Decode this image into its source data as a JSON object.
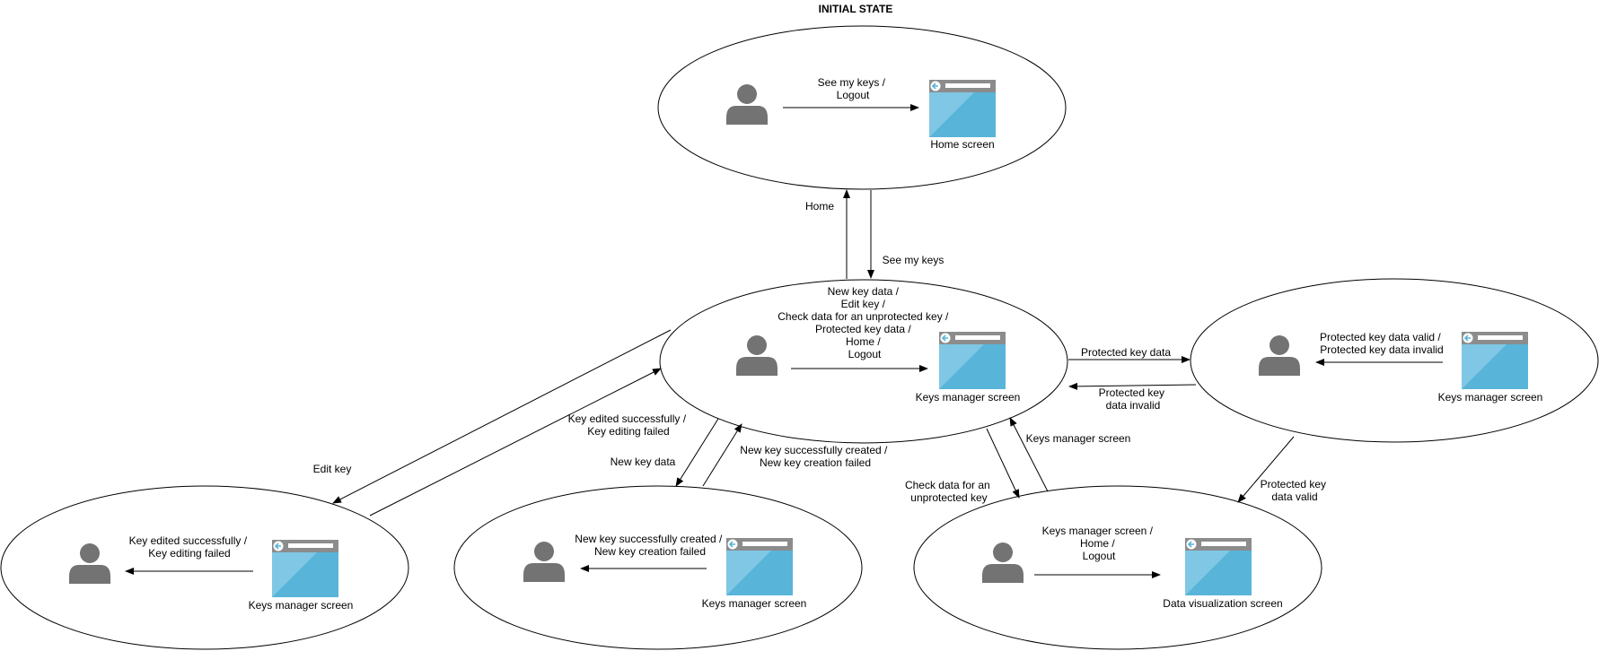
{
  "title": "INITIAL STATE",
  "colors": {
    "line": "#000000",
    "user_icon": "#737373",
    "screen_frame": "#8c8c8c",
    "screen_body": "#59b4d9",
    "screen_body_light": "#7fc7e4",
    "screen_bar": "#ffffff"
  },
  "icons": {
    "user": "user-icon",
    "screen": "browser-window-icon"
  },
  "states": [
    {
      "id": "home",
      "lines": [
        "See my keys /",
        "Logout"
      ],
      "screen_label": "Home screen"
    },
    {
      "id": "keys",
      "lines": [
        "New key data /",
        "Edit key /",
        "Check data for an unprotected key /",
        "Protected key data /",
        "Home /",
        "Logout"
      ],
      "screen_label": "Keys manager screen"
    },
    {
      "id": "protected",
      "lines": [
        "Protected key data valid /",
        "Protected key data invalid"
      ],
      "screen_label": "Keys manager screen"
    },
    {
      "id": "edit",
      "lines": [
        "Key edited successfully /",
        "Key editing failed"
      ],
      "screen_label": "Keys manager screen"
    },
    {
      "id": "new",
      "lines": [
        "New key successfully created /",
        "New key creation failed"
      ],
      "screen_label": "Keys manager screen"
    },
    {
      "id": "dataviz",
      "lines": [
        "Keys manager screen /",
        "Home /",
        "Logout"
      ],
      "screen_label": "Data visualization screen"
    }
  ],
  "transitions": [
    {
      "id": "keys-to-home",
      "lines": [
        "Home"
      ]
    },
    {
      "id": "home-to-keys",
      "lines": [
        "See my keys"
      ]
    },
    {
      "id": "keys-to-protected",
      "lines": [
        "Protected key data"
      ]
    },
    {
      "id": "protected-to-keys",
      "lines": [
        "Protected key",
        "data invalid"
      ]
    },
    {
      "id": "protected-to-dataviz",
      "lines": [
        "Protected key",
        "data valid"
      ]
    },
    {
      "id": "keys-to-dataviz",
      "lines": [
        "Check data for an",
        "unprotected key"
      ]
    },
    {
      "id": "dataviz-to-keys",
      "lines": [
        "Keys manager screen"
      ]
    },
    {
      "id": "keys-to-edit",
      "lines": [
        "Edit key"
      ]
    },
    {
      "id": "edit-to-keys",
      "lines": [
        "Key edited successfully /",
        "Key editing failed"
      ]
    },
    {
      "id": "keys-to-new",
      "lines": [
        "New key data"
      ]
    },
    {
      "id": "new-to-keys",
      "lines": [
        "New key successfully created /",
        "New key creation failed"
      ]
    }
  ]
}
